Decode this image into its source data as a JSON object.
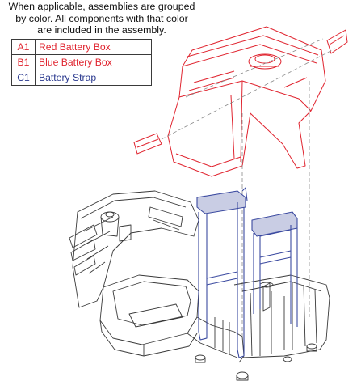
{
  "note": {
    "lines": [
      "When applicable, assemblies are grouped",
      "by color. All components with that color",
      "are included in the assembly."
    ]
  },
  "legend": [
    {
      "code": "A1",
      "label": "Red Battery Box",
      "color": "#e0242f"
    },
    {
      "code": "B1",
      "label": "Blue Battery Box",
      "color": "#e0242f"
    },
    {
      "code": "C1",
      "label": "Battery Strap",
      "color": "#2b3a8f"
    }
  ],
  "colors": {
    "red_assembly": "#e0242f",
    "blue_assembly": "#3b4aa0",
    "line_art": "#3a3a3a",
    "dashed_guide": "#8a8a8a"
  }
}
